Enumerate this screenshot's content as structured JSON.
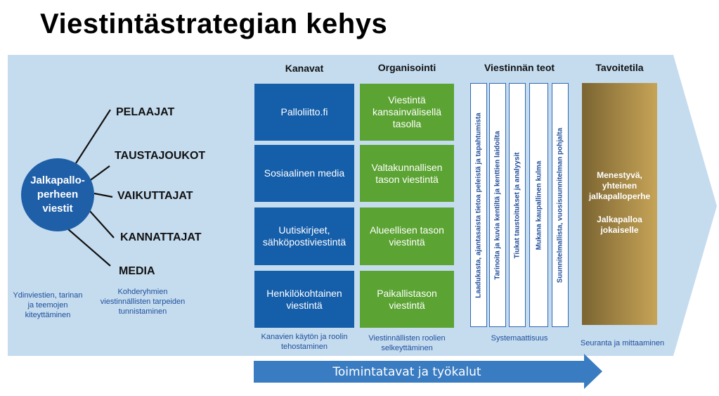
{
  "title": "Viestintästrategian kehys",
  "core": {
    "label": "Jalkapallo-perheen viestit"
  },
  "audiences": [
    "PELAAJAT",
    "TAUSTAJOUKOT",
    "VAIKUTTAJAT",
    "KANNATTAJAT",
    "MEDIA"
  ],
  "left_notes": {
    "core_note": "Ydinviestien, tarinan ja teemojen kiteyttäminen",
    "audience_note": "Kohderyhmien viestinnällisten tarpeiden tunnistaminen"
  },
  "columns": {
    "channels": {
      "header": "Kanavat",
      "items": [
        "Palloliitto.fi",
        "Sosiaalinen media",
        "Uutiskirjeet, sähköpostiviestintä",
        "Henkilökohtainen viestintä"
      ],
      "footer": "Kanavien käytön ja roolin tehostaminen"
    },
    "organization": {
      "header": "Organisointi",
      "items": [
        "Viestintä kansainvälisellä tasolla",
        "Valtakunnallisen tason viestintä",
        "Alueellisen tason viestintä",
        "Paikallistason viestintä"
      ],
      "footer": "Viestinnällisten roolien selkeyttäminen"
    },
    "actions": {
      "header": "Viestinnän teot",
      "items": [
        "Laadukasta, ajantasaista tietoa peleistä ja tapahtumista",
        "Tarinoita ja kuvia kentiltä ja kenttien laidoilta",
        "Tiukat taustoitukset ja analyysit",
        "Mukana kaupallinen kulma",
        "Suunnitelmallista, vuosisuunnitelman pohjalta"
      ],
      "footer": "Systemaattisuus"
    },
    "goal": {
      "header": "Tavoitetila",
      "line1": "Menestyvä, yhteinen jalkapalloperhe",
      "line2": "Jalkapalloa jokaiselle",
      "footer": "Seuranta ja mittaaminen"
    }
  },
  "bottom_arrow": "Toimintatavat ja työkalut",
  "colors": {
    "background_arrow": "#c5dcef",
    "blue_box": "#155eaa",
    "green_box": "#5ba332",
    "circle": "#1f5fa8",
    "bottom_arrow": "#3a7cc2",
    "goal_gold": "#a88a47"
  }
}
